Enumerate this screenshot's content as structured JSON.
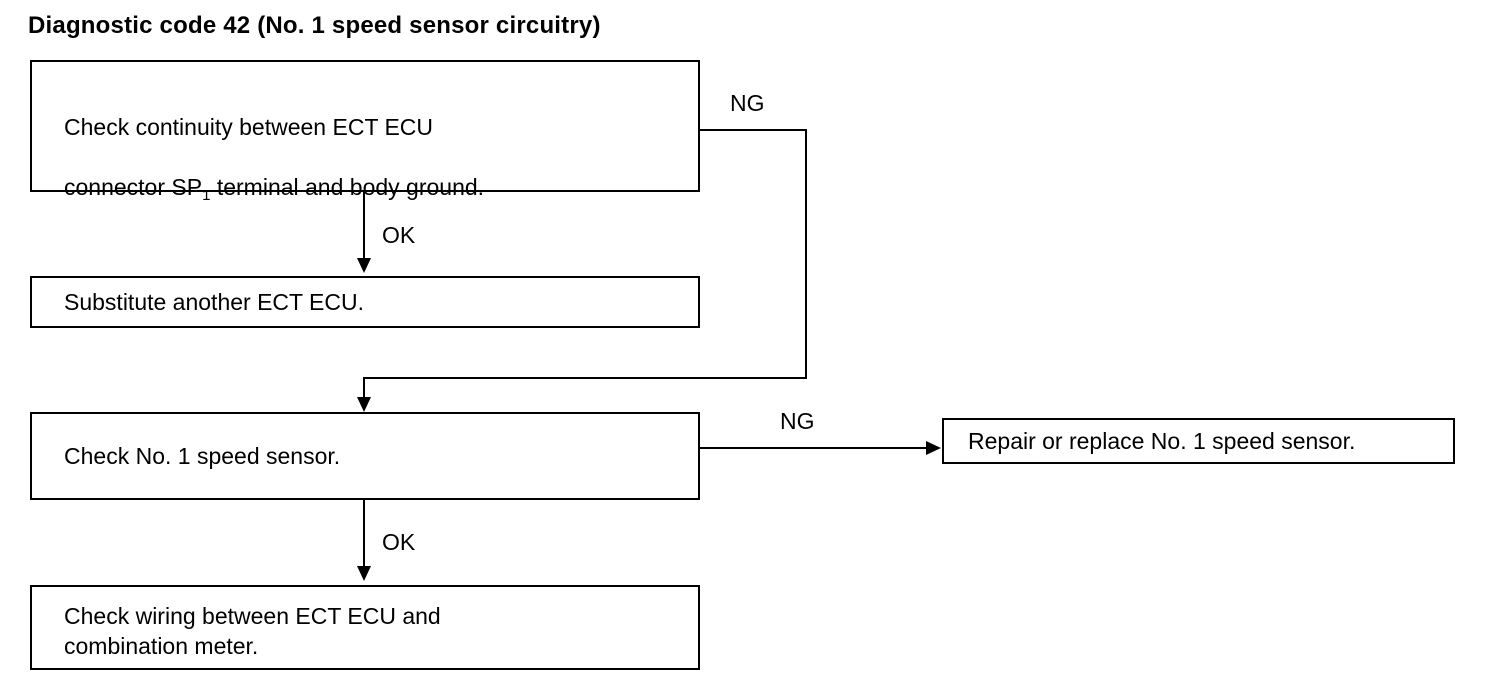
{
  "document": {
    "title": "Diagnostic code 42 (No. 1 speed sensor circuitry)"
  },
  "nodes": {
    "check_continuity": {
      "line1": "Check continuity between ECT ECU",
      "line2_pre": "connector SP",
      "line2_sub": "1",
      "line2_post": " terminal and body ground."
    },
    "substitute_ecu": {
      "text": "Substitute another ECT ECU."
    },
    "check_sensor": {
      "text": "Check No. 1 speed sensor."
    },
    "repair_sensor": {
      "text": "Repair or replace No. 1 speed sensor."
    },
    "check_wiring": {
      "text": "Check wiring between ECT ECU and\ncombination meter."
    }
  },
  "edges": {
    "ng_1": "NG",
    "ok_1": "OK",
    "ng_2": "NG",
    "ok_2": "OK"
  },
  "colors": {
    "ink": "#000000",
    "paper": "#ffffff"
  }
}
